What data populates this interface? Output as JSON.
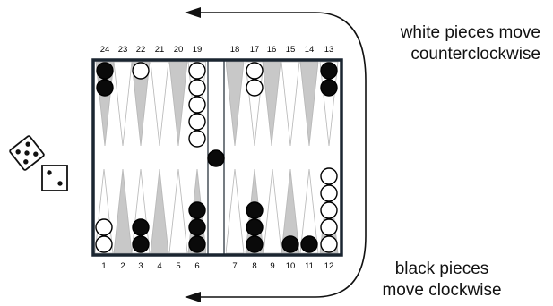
{
  "top_point_numbers": [
    "24",
    "23",
    "22",
    "21",
    "20",
    "19",
    "18",
    "17",
    "16",
    "15",
    "14",
    "13"
  ],
  "bottom_point_numbers": [
    "1",
    "2",
    "3",
    "4",
    "5",
    "6",
    "7",
    "8",
    "9",
    "10",
    "11",
    "12"
  ],
  "annotations": {
    "white_line1": "white pieces move",
    "white_line2": "counterclockwise",
    "black_line1": "black pieces",
    "black_line2": "move clockwise"
  },
  "colors": {
    "board_frame": "#1a2530",
    "point_gray": "#c8c8c8",
    "point_outline": "#b5b5b5",
    "black_piece": "#0a0a0a",
    "white_piece": "#ffffff",
    "arrow": "#111111"
  },
  "checkers": {
    "top": [
      {
        "point": "24",
        "stack": [
          "black",
          "black"
        ]
      },
      {
        "point": "22",
        "stack": [
          "white"
        ]
      },
      {
        "point": "19",
        "stack": [
          "white",
          "white",
          "white",
          "white",
          "white"
        ]
      },
      {
        "point": "17",
        "stack": [
          "white",
          "white"
        ]
      },
      {
        "point": "13",
        "stack": [
          "black",
          "black"
        ]
      }
    ],
    "bottom": [
      {
        "point": "1",
        "stack": [
          "white",
          "white"
        ]
      },
      {
        "point": "3",
        "stack": [
          "black",
          "black"
        ]
      },
      {
        "point": "6",
        "stack": [
          "black",
          "black",
          "black"
        ]
      },
      {
        "point": "8",
        "stack": [
          "black",
          "black",
          "black"
        ]
      },
      {
        "point": "10",
        "stack": [
          "black"
        ]
      },
      {
        "point": "11",
        "stack": [
          "black"
        ]
      },
      {
        "point": "12",
        "stack": [
          "white",
          "white",
          "white",
          "white",
          "white"
        ]
      }
    ],
    "bar": [
      {
        "color": "black"
      }
    ]
  },
  "dice": [
    {
      "name": "die-one",
      "face": 5,
      "rotated": true
    },
    {
      "name": "die-two",
      "face": 2,
      "rotated": false
    }
  ]
}
